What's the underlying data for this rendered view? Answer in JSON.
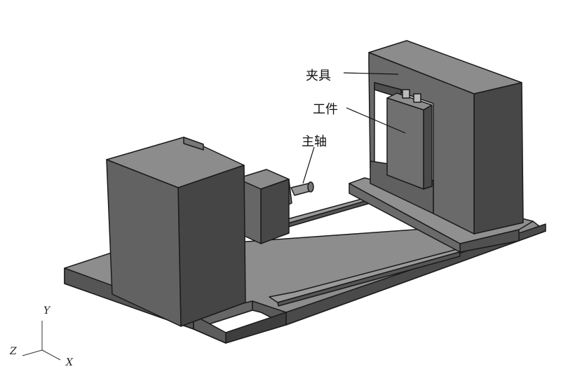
{
  "labels": {
    "fixture": "夹具",
    "workpiece": "工件",
    "spindle": "主轴"
  },
  "axes": {
    "x": "X",
    "y": "Y",
    "z": "Z"
  },
  "colors": {
    "face_top": "#8a8a8a",
    "face_front": "#5c5c5c",
    "face_side": "#444444",
    "edge": "#1a1a1a"
  }
}
